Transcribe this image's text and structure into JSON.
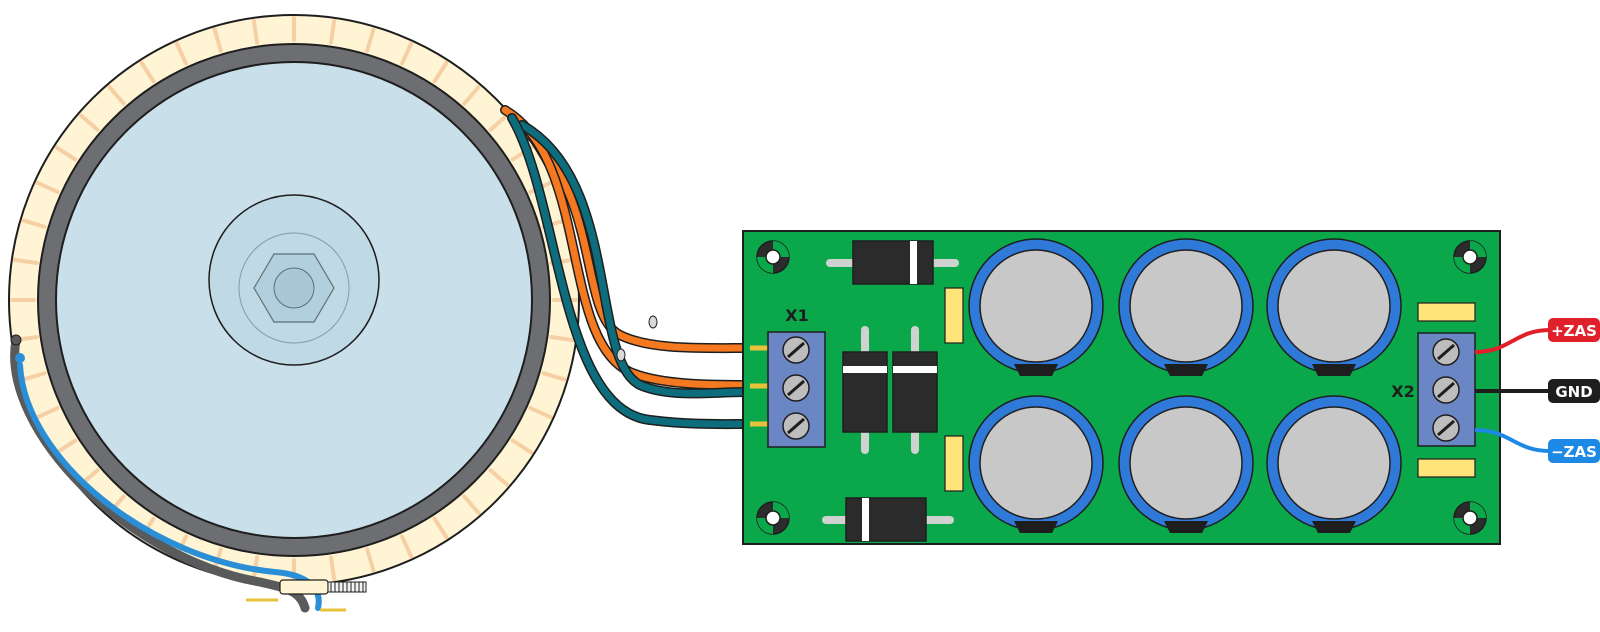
{
  "board": {
    "connector_x1_label": "X1",
    "connector_x2_label": "X2"
  },
  "outputs": {
    "positive": "+ZAS",
    "ground": "GND",
    "negative": "−ZAS"
  },
  "colors": {
    "pcb_green": "#0aa84a",
    "transformer_fill": "#c9dfe9",
    "winding_cream": "#fff4d4",
    "core_gray": "#6d6e71",
    "wire_orange": "#f47920",
    "wire_teal": "#0d6d7d",
    "wire_blue": "#2b8fd8",
    "wire_gray": "#595a5c",
    "label_red": "#e0202a",
    "label_black": "#1e1e1e",
    "label_blue": "#1e88e5",
    "capacitor_blue": "#2f79d9",
    "capacitor_gray": "#c8c8c8",
    "terminal_blue": "#6b86c4",
    "diode_black": "#2b2b2b",
    "resistor_yellow": "#ffe47a"
  }
}
